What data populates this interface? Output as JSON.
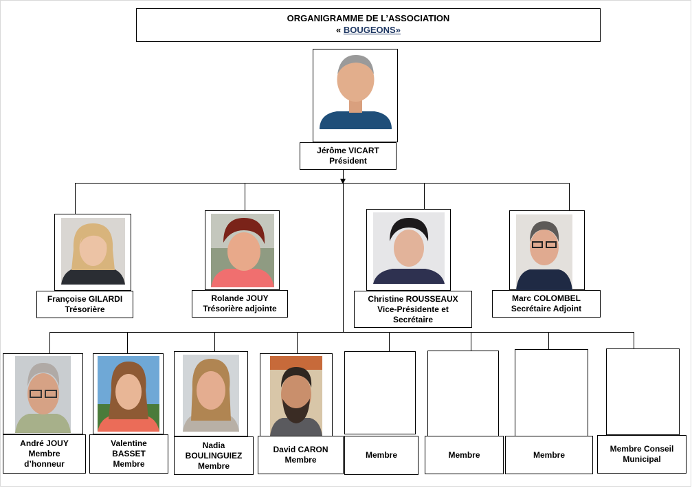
{
  "title": {
    "line1": "ORGANIGRAMME DE L’ASSOCIATION",
    "open": "« ",
    "name": "BOUGEONS",
    "close": "»"
  },
  "president": {
    "name": "Jérôme VICART",
    "role": "Président"
  },
  "bureau": [
    {
      "name": "Françoise GILARDI",
      "role": "Trésorière"
    },
    {
      "name": "Rolande JOUY",
      "role": "Trésorière adjointe"
    },
    {
      "name": "Christine ROUSSEAUX",
      "role": "Vice-Présidente et",
      "role2": "Secrétaire"
    },
    {
      "name": "Marc COLOMBEL",
      "role": "Secrétaire Adjoint"
    }
  ],
  "members": [
    {
      "l1": "André JOUY",
      "l2": "Membre",
      "l3": "d’honneur"
    },
    {
      "l1": "Valentine",
      "l2": "BASSET",
      "l3": "Membre"
    },
    {
      "l1": "Nadia",
      "l2": "BOULINGUIEZ",
      "l3": "Membre"
    },
    {
      "l1": "David CARON",
      "l2": "Membre"
    },
    {
      "l1": "Membre"
    },
    {
      "l1": "Membre"
    },
    {
      "l1": "Membre"
    },
    {
      "l1": "Membre Conseil",
      "l2": "Municipal"
    }
  ]
}
